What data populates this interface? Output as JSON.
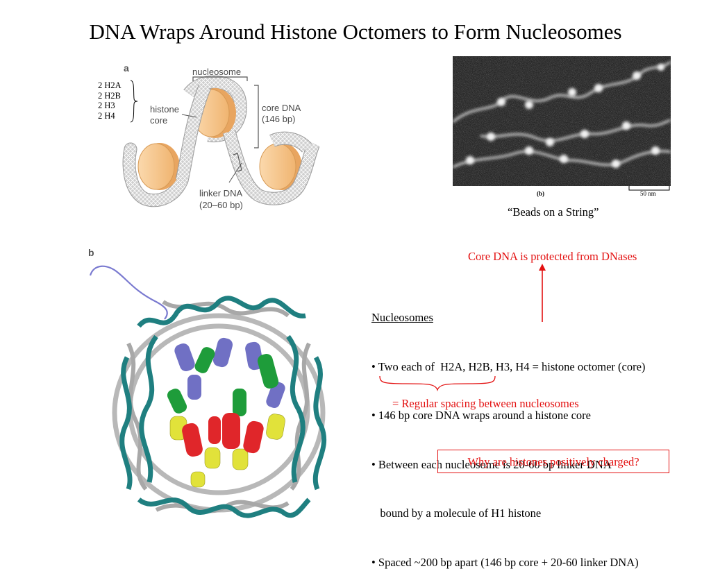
{
  "title": "DNA Wraps Around Histone Octomers to Form Nucleosomes",
  "panel_a": {
    "letter": "a",
    "histone_list": [
      "2 H2A",
      "2 H2B",
      "2 H3",
      "2 H4"
    ],
    "nucleosome_label": "nucleosome",
    "histone_core_label": [
      "histone",
      "core"
    ],
    "core_dna_label": [
      "core DNA",
      "(146 bp)"
    ],
    "linker_dna_label": [
      "linker DNA",
      "(20–60 bp)"
    ]
  },
  "micrograph": {
    "panel_label": "(b)",
    "scale_label": "50 nm",
    "caption": "“Beads on a String”"
  },
  "panel_b": {
    "letter": "b"
  },
  "annotation_top": "Core DNA is protected from DNases",
  "notes": {
    "heading": "Nucleosomes",
    "bullets": [
      "• Two each of  H2A, H2B, H3, H4 = histone octomer (core)",
      "• 146 bp core DNA wraps around a histone core",
      "• Between each nucleosome is 20-60 bp linker DNA",
      "   bound by a molecule of H1 histone",
      "• Spaced ~200 bp apart (146 bp core + 20-60 linker DNA)"
    ]
  },
  "annotation_bottom": "= Regular spacing between nucleosomes",
  "question": "Why are histones positively charged?",
  "colors": {
    "accent_red": "#e31010",
    "histone_orange": "#f6c690",
    "dna_grey": "#c8c8c8",
    "dna_teal": "#1f7f80",
    "helix_blue": "#6f6fc0",
    "helix_green": "#1e9c3a",
    "helix_yellow": "#e1e23a",
    "helix_red": "#e0262a"
  }
}
